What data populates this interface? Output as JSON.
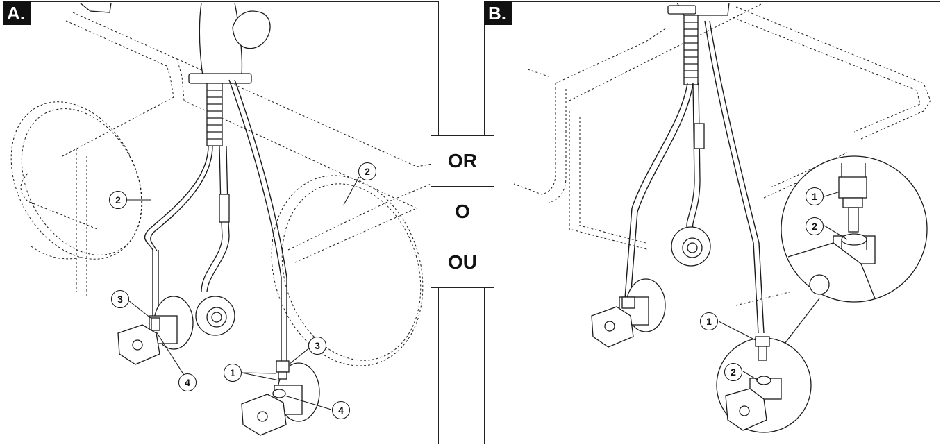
{
  "panels": {
    "a": {
      "label": "A."
    },
    "b": {
      "label": "B."
    }
  },
  "or_box": {
    "en": "OR",
    "es": "O",
    "fr": "OU"
  },
  "callouts": {
    "a": [
      "2",
      "2",
      "3",
      "3",
      "1",
      "4",
      "4"
    ],
    "b": [
      "1",
      "2",
      "1",
      "2"
    ]
  },
  "colors": {
    "line": "#1a1a1a",
    "label_bg": "#111111",
    "label_fg": "#ffffff",
    "background": "#ffffff"
  }
}
